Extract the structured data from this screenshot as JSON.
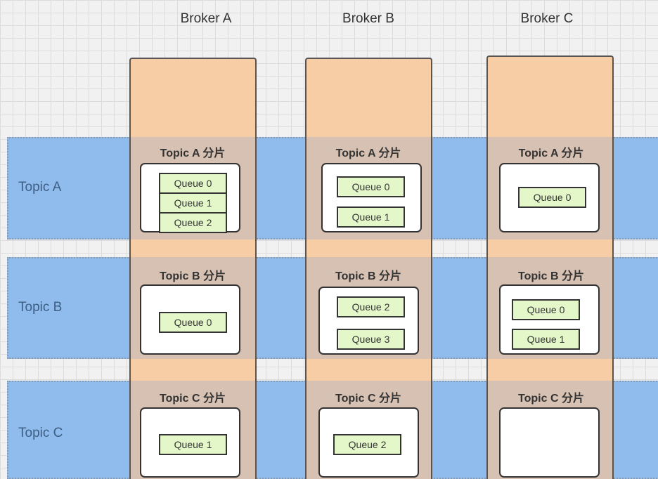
{
  "brokers": {
    "a": "Broker A",
    "b": "Broker B",
    "c": "Broker C"
  },
  "topics": {
    "a": "Topic A",
    "b": "Topic B",
    "c": "Topic C"
  },
  "sections": {
    "a": "Topic A 分片",
    "b": "Topic B 分片",
    "c": "Topic C 分片"
  },
  "queues": {
    "q0": "Queue 0",
    "q1": "Queue 1",
    "q2": "Queue 2",
    "q3": "Queue 3"
  },
  "colors": {
    "broker_column": "#f7cda6",
    "topic_band": "#8fbcec",
    "overlap_cell": "#d7c1b2",
    "queue_fill": "#e3f7c9"
  }
}
